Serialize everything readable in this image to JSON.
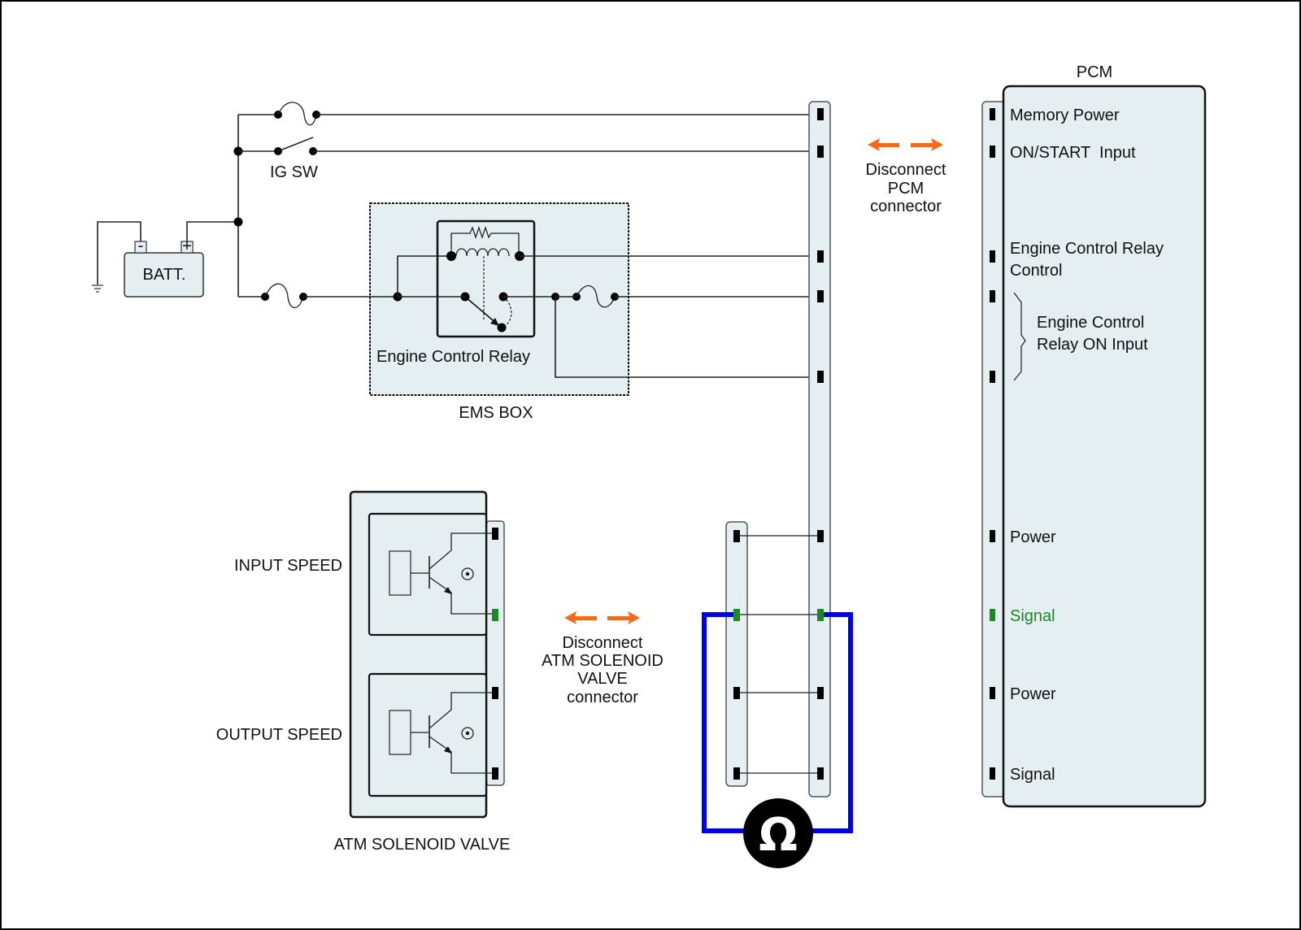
{
  "diagram": {
    "battery": {
      "label": "BATT.",
      "neg_terminal": "-",
      "pos_terminal": "+"
    },
    "ignition_switch": {
      "label": "IG SW"
    },
    "ems_box": {
      "label": "EMS BOX",
      "relay_label": "Engine Control Relay"
    },
    "pcm": {
      "title": "PCM",
      "disconnect_note": [
        "Disconnect",
        "PCM",
        "connector"
      ],
      "pins": [
        {
          "label": "Memory Power",
          "status": "normal"
        },
        {
          "label": "ON/START  Input",
          "status": "normal"
        },
        {
          "label": "Engine Control Relay",
          "label_line2": "Control",
          "status": "normal"
        },
        {
          "label": "",
          "status": "normal"
        },
        {
          "label": "",
          "status": "normal"
        },
        {
          "label": "Power",
          "status": "normal"
        },
        {
          "label": "Signal",
          "status": "highlighted"
        },
        {
          "label": "Power",
          "status": "normal"
        },
        {
          "label": "Signal",
          "status": "normal"
        }
      ],
      "bracket_label": [
        "Engine Control",
        "Relay ON Input"
      ]
    },
    "atm_solenoid_valve": {
      "label": "ATM SOLENOID VALVE",
      "sensors": [
        {
          "label": "INPUT SPEED"
        },
        {
          "label": "OUTPUT SPEED"
        }
      ],
      "disconnect_note": [
        "Disconnect",
        "ATM SOLENOID",
        "VALVE",
        "connector"
      ]
    },
    "meter": {
      "symbol": "Ω",
      "type": "ohmmeter"
    },
    "colors": {
      "highlight_signal": "#1a8a22",
      "meter_lead": "#0000ee",
      "disconnect_arrow": "#f26a1b",
      "component_fill": "#e5eef0"
    }
  }
}
